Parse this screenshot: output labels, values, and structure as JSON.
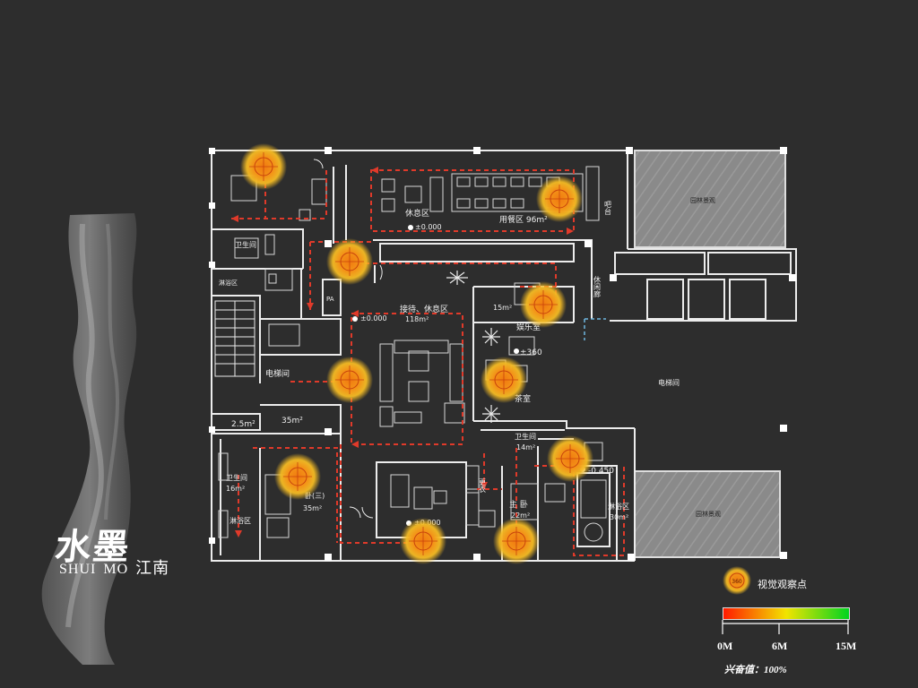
{
  "brand": {
    "calligraphy": "水墨",
    "latin_1": "SHUI",
    "latin_2": "MO",
    "chinese": "江南"
  },
  "plan_labels": {
    "dining": "用餐区 96m²",
    "lounge": "休息区",
    "reception": "接待、休息区",
    "reception_area": "118m²",
    "entertain": "娱乐室",
    "entertain_area": "15m²",
    "tea": "茶室",
    "elevator_hall_left": "电梯间",
    "elevator_hall_right": "电梯间",
    "garden_top": "园林景观",
    "garden_bottom": "园林景观",
    "bath_top": "卫生间",
    "bath_left": "卫生间",
    "bath_left_area": "16m²",
    "bath_right": "卫生间",
    "bath_right_area": "14m²",
    "master": "主 卧",
    "master_area": "22m²",
    "bedroom3": "卧(三)",
    "bedroom3_area": "35m²",
    "shower_right": "淋浴区",
    "shower_right_area": "30m²",
    "shower_left": "淋浴区",
    "shower_top": "淋浴区",
    "area_2_5": "2.5m²",
    "area_35": "35m²",
    "bar": "吧台",
    "corridor": "休闲廊",
    "changing": "更衣",
    "level_1": "±0.000",
    "level_2": "±0.000",
    "level_3": "±360",
    "level_4": "-0.450",
    "level_5": "±0.000",
    "pa": "PA"
  },
  "legend": {
    "marker_label": "视觉观察点",
    "marker_text": "360",
    "ticks": [
      "0M",
      "6M",
      "15M"
    ],
    "excitement": "兴奋值：100%"
  },
  "colors": {
    "background": "#2d2d2d",
    "walls": "#ececec",
    "path": "#e03a2a",
    "marker_core": "#e86a12",
    "marker_glow": "#f5b81c",
    "garden": "#8a8a8a",
    "scale_start": "#ff1a00",
    "scale_mid": "#f2e400",
    "scale_end": "#00d420"
  }
}
